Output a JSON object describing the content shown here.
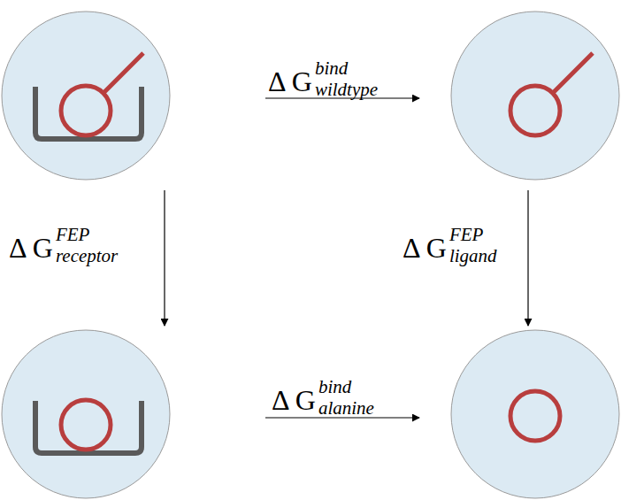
{
  "diagram": {
    "labels": [
      "Δ G",
      "bind",
      "wildtype",
      "Δ G",
      "FEP",
      "receptor",
      "Δ G",
      "FEP",
      "ligand",
      "Δ G",
      "bind",
      "alanine"
    ]
  }
}
